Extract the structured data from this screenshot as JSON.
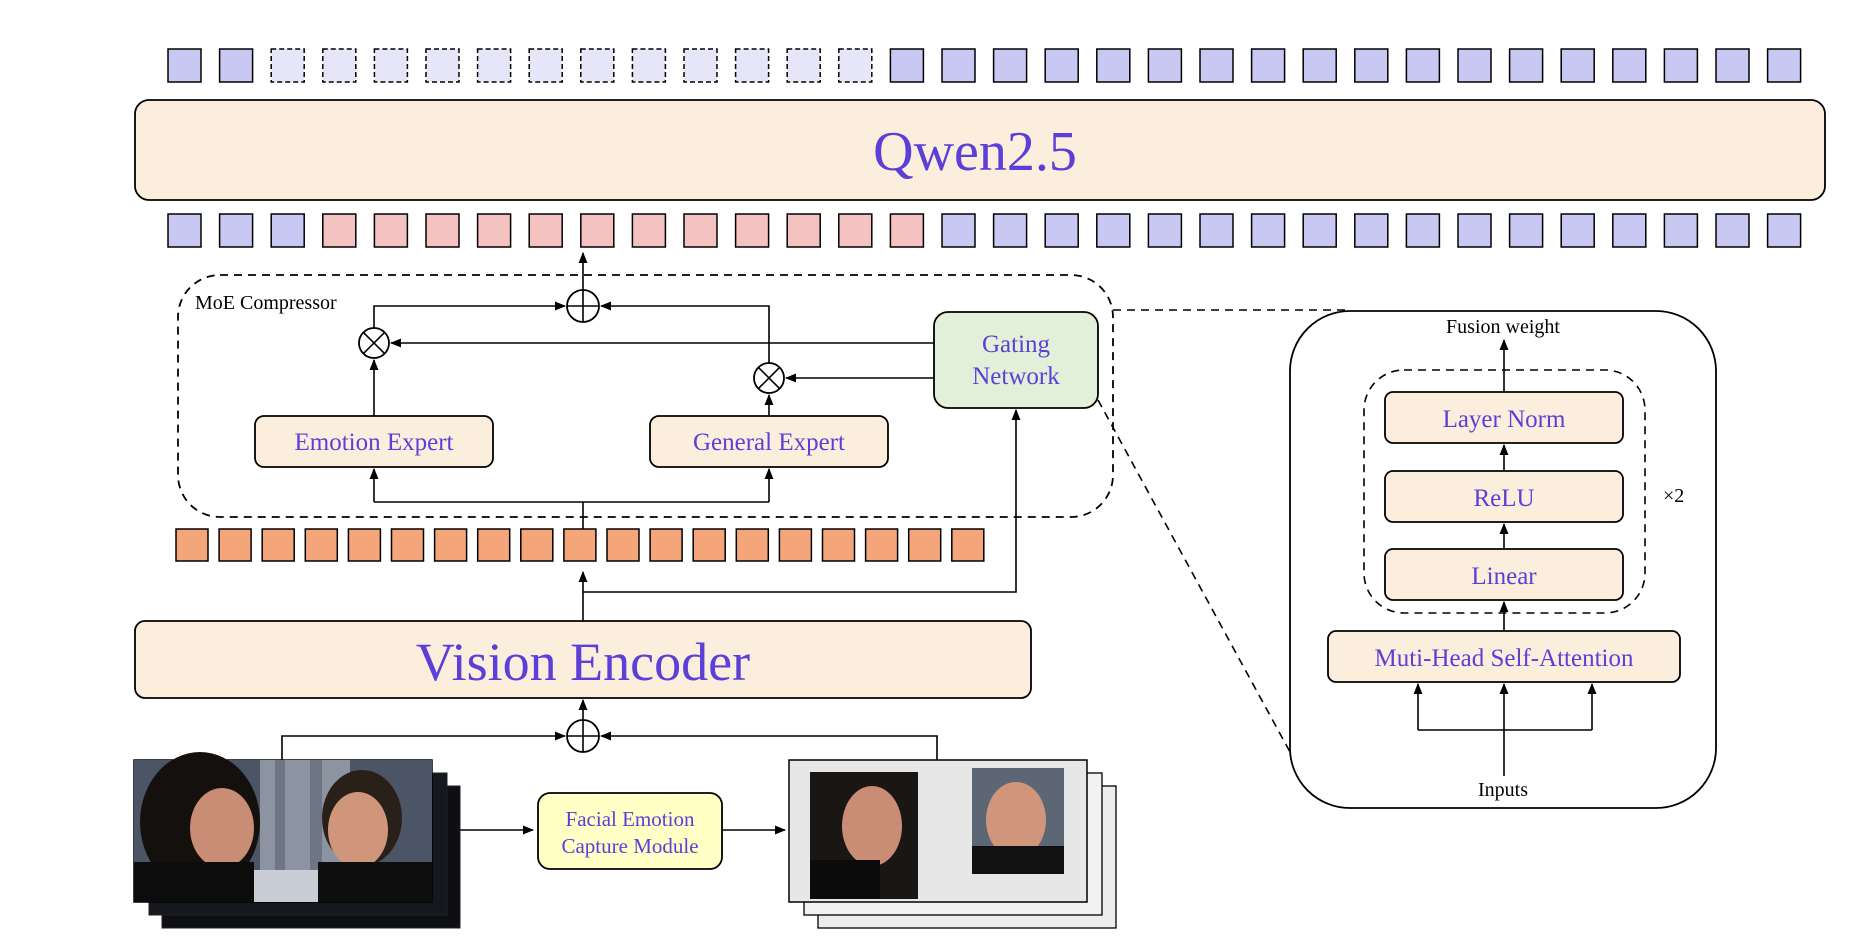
{
  "top_tokens": {
    "pattern": [
      "s",
      "s",
      "d",
      "d",
      "d",
      "d",
      "d",
      "d",
      "d",
      "d",
      "d",
      "d",
      "d",
      "d",
      "s",
      "s",
      "s",
      "s",
      "s",
      "s",
      "s",
      "s",
      "s",
      "s",
      "s",
      "s",
      "s",
      "s",
      "s",
      "s",
      "s",
      "s"
    ]
  },
  "llm": {
    "label": "Qwen2.5"
  },
  "bottom_tokens": {
    "pattern": [
      "b",
      "b",
      "b",
      "p",
      "p",
      "p",
      "p",
      "p",
      "p",
      "p",
      "p",
      "p",
      "p",
      "p",
      "p",
      "b",
      "b",
      "b",
      "b",
      "b",
      "b",
      "b",
      "b",
      "b",
      "b",
      "b",
      "b",
      "b",
      "b",
      "b",
      "b",
      "b"
    ]
  },
  "moe": {
    "title": "MoE Compressor",
    "emotion_expert": "Emotion Expert",
    "general_expert": "General Expert",
    "gating_line1": "Gating",
    "gating_line2": "Network"
  },
  "vision_tokens": {
    "count": 19
  },
  "vision_encoder": {
    "label": "Vision Encoder"
  },
  "facial_module": {
    "line1": "Facial Emotion",
    "line2": "Capture Module"
  },
  "gating_detail": {
    "output": "Fusion weight",
    "layer_norm": "Layer Norm",
    "relu": "ReLU",
    "linear": "Linear",
    "repeat": "×2",
    "attention": "Muti-Head Self-Attention",
    "input": "Inputs"
  },
  "colors": {
    "token_blue": "#c8c8f2",
    "token_pink": "#f4c2c0",
    "token_orange": "#f4a579",
    "box_fill": "#fbeedd",
    "gating_fill": "#e2efd9",
    "facial_fill": "#ffffc6",
    "label_purple": "#5b3fd6"
  }
}
